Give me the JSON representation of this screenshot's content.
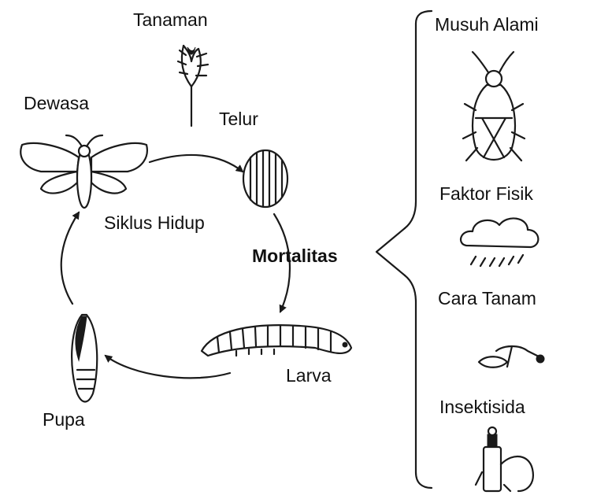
{
  "labels": {
    "plant": "Tanaman",
    "adult": "Dewasa",
    "egg": "Telur",
    "life_cycle": "Siklus Hidup",
    "mortality": "Mortalitas",
    "larva": "Larva",
    "pupa": "Pupa"
  },
  "mortality_factors": [
    {
      "label": "Musuh Alami",
      "icon": "predator-bug-icon"
    },
    {
      "label": "Faktor Fisik",
      "icon": "rain-cloud-icon"
    },
    {
      "label": "Cara Tanam",
      "icon": "planting-tool-icon"
    },
    {
      "label": "Insektisida",
      "icon": "sprayer-icon"
    }
  ]
}
